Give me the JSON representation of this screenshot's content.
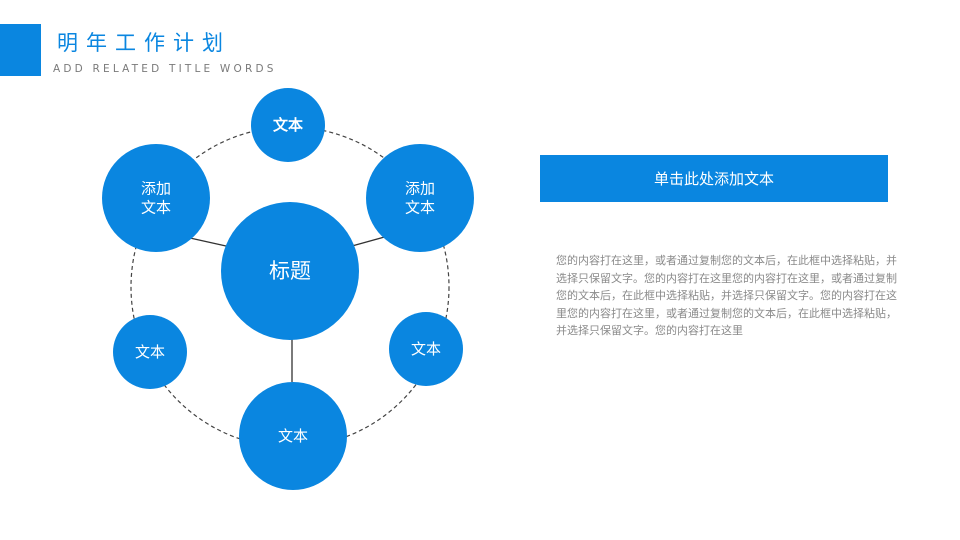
{
  "header": {
    "title": "明年工作计划",
    "subtitle": "ADD RELATED TITLE WORDS"
  },
  "diagram": {
    "center_label": "标题",
    "nodes": [
      {
        "name": "node-top",
        "label": "文本"
      },
      {
        "name": "node-upper-right",
        "label": "添加\n文本"
      },
      {
        "name": "node-lower-right",
        "label": "文本"
      },
      {
        "name": "node-bottom",
        "label": "文本"
      },
      {
        "name": "node-lower-left",
        "label": "文本"
      },
      {
        "name": "node-upper-left",
        "label": "添加\n文本"
      }
    ]
  },
  "panel": {
    "banner_text": "单击此处添加文本",
    "body_text": "您的内容打在这里，或者通过复制您的文本后，在此框中选择粘贴，并选择只保留文字。您的内容打在这里您的内容打在这里，或者通过复制您的文本后，在此框中选择粘贴，并选择只保留文字。您的内容打在这里您的内容打在这里，或者通过复制您的文本后，在此框中选择粘贴，并选择只保留文字。您的内容打在这里"
  },
  "colors": {
    "accent": "#0a86e0",
    "text_gray": "#8a8a8a"
  }
}
